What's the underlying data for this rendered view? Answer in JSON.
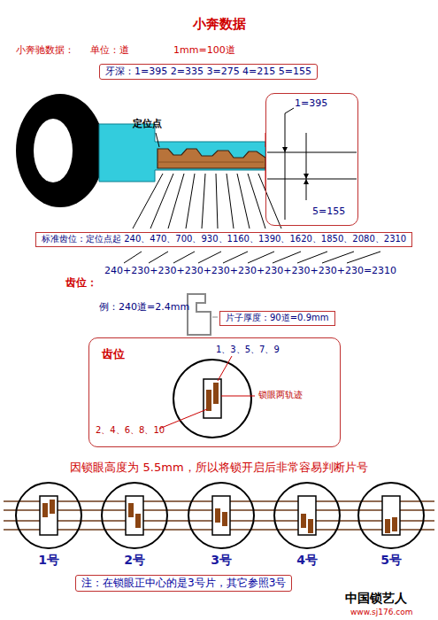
{
  "diagram": {
    "title": "小奔数据",
    "nodes": [
      {
        "text": [
          "牙深：1=395  2=335  3=275  4=215  5=155"
        ]
      },
      {
        "text": [
          "1=395",
          "5=155"
        ]
      },
      {
        "text": [
          "标准齿位：定位点起  240、470、700、930、1160、1390、1620、1850、2080、2310"
        ]
      },
      {
        "text": [
          "片子厚度：90道=0.9mm"
        ]
      },
      {
        "text": [
          "齿位"
        ]
      },
      {
        "text": [
          "1号"
        ]
      },
      {
        "text": [
          "2号"
        ]
      },
      {
        "text": [
          "3号"
        ]
      },
      {
        "text": [
          "4号"
        ]
      },
      {
        "text": [
          "5号"
        ]
      },
      {
        "text": [
          "注：在锁眼正中心的是3号片，其它参照3号"
        ]
      }
    ],
    "labels": [
      "小奔驰数据：",
      "单位：道",
      "1mm=100道",
      "定位点",
      "240+230+230+230+230+230+230+230+230+230=2310",
      "齿位：",
      "例：240道=2.4mm",
      "1、3、5、7、9",
      "锁眼两轨迹",
      "2、4、6、8、10",
      "因锁眼高度为 5.5mm，所以将锁开启后非常容易判断片号",
      "中国锁艺人",
      "www.sj176.com"
    ]
  }
}
